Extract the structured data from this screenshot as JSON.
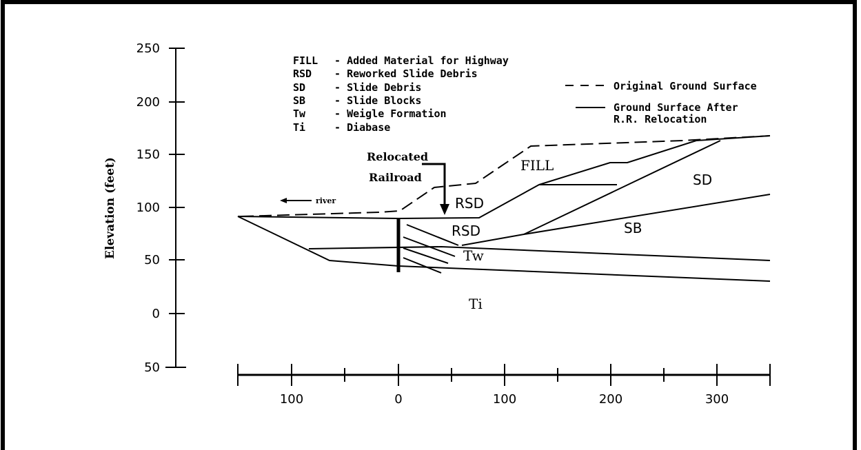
{
  "y_axis": {
    "title": "Elevation (feet)",
    "ticks": [
      "250",
      "200",
      "150",
      "100",
      "50",
      "0",
      "50"
    ]
  },
  "x_axis": {
    "ticks": [
      "100",
      "0",
      "100",
      "200",
      "300"
    ]
  },
  "legend": {
    "abbreviations": [
      {
        "code": "FILL",
        "desc": "Added Material for Highway"
      },
      {
        "code": "RSD",
        "desc": "Reworked Slide Debris"
      },
      {
        "code": "SD",
        "desc": "Slide Debris"
      },
      {
        "code": "SB",
        "desc": "Slide Blocks"
      },
      {
        "code": "Tw",
        "desc": "Weigle Formation"
      },
      {
        "code": "Ti",
        "desc": "Diabase"
      }
    ],
    "original_ground": "Original Ground Surface",
    "after_relocation_1": "Ground Surface After",
    "after_relocation_2": "R.R. Relocation"
  },
  "labels": {
    "relocated": "Relocated",
    "railroad": "Railroad",
    "river": "river",
    "fill": "FILL",
    "rsd_upper": "RSD",
    "rsd_lower": "RSD",
    "sd": "SD",
    "sb": "SB",
    "tw": "Tw",
    "ti": "Ti"
  }
}
